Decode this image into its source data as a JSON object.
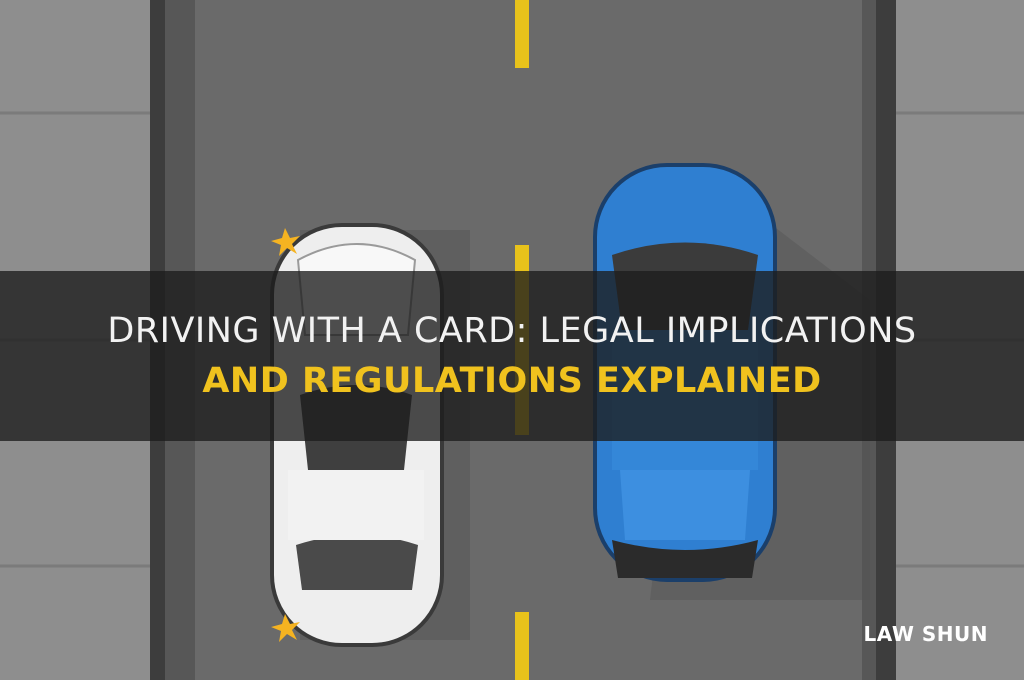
{
  "headline": {
    "line1": "DRIVING WITH A CARD: LEGAL IMPLICATIONS",
    "line2": "AND REGULATIONS EXPLAINED",
    "line1_color": "#f2f2f2",
    "line2_color": "#f0c21e"
  },
  "brand": {
    "name": "LAW SHUN"
  },
  "colors": {
    "sidewalk": "#8e8e8e",
    "road": "#6a6a6a",
    "lane_line": "#e8c21b",
    "white_car": "#eeeeee",
    "blue_car": "#2f7fd1"
  }
}
